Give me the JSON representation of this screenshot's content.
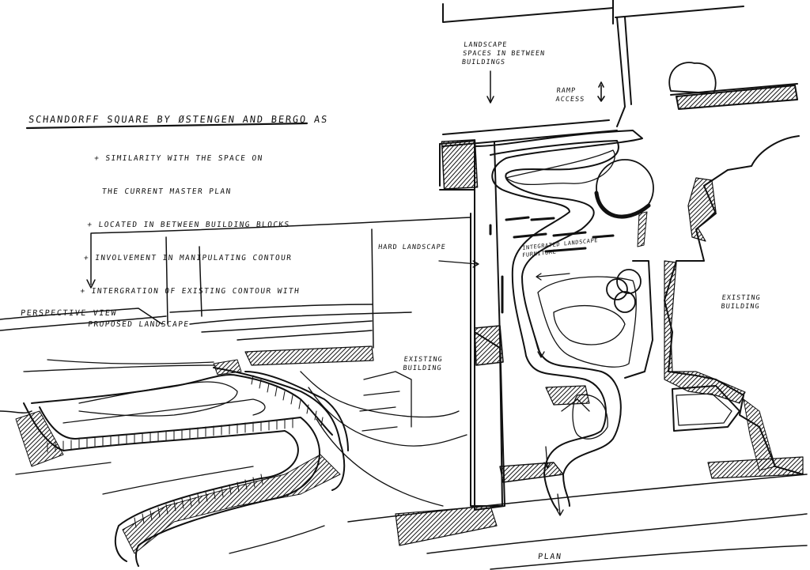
{
  "title": "SCHANDORFF SQUARE BY ØSTENGEN AND BERGO AS",
  "bullets": [
    "+ SIMILARITY WITH THE SPACE ON",
    "  THE CURRENT MASTER PLAN",
    "+ LOCATED IN BETWEEN BUILDING BLOCKS",
    "+ INVOLVEMENT IN MANIPULATING CONTOUR",
    "+ INTERGRATION OF EXISTING CONTOUR WITH",
    "  PROPOSED LANDSCAPE"
  ],
  "labels": {
    "landscape_spaces": "LANDSCAPE\nSPACES IN BETWEEN\nBUILDINGS",
    "ramp_access": "RAMP\nACCESS",
    "hard_landscape": "HARD LANDSCAPE",
    "integrated_landscape": "INTEGRATED LANDSCAPE\nFURNITURE",
    "existing_building_right": "EXISTING\nBUILDING",
    "existing_building_center": "EXISTING\nBUILDING",
    "perspective_view": "PERSPECTIVE VIEW",
    "plan": "PLAN"
  }
}
